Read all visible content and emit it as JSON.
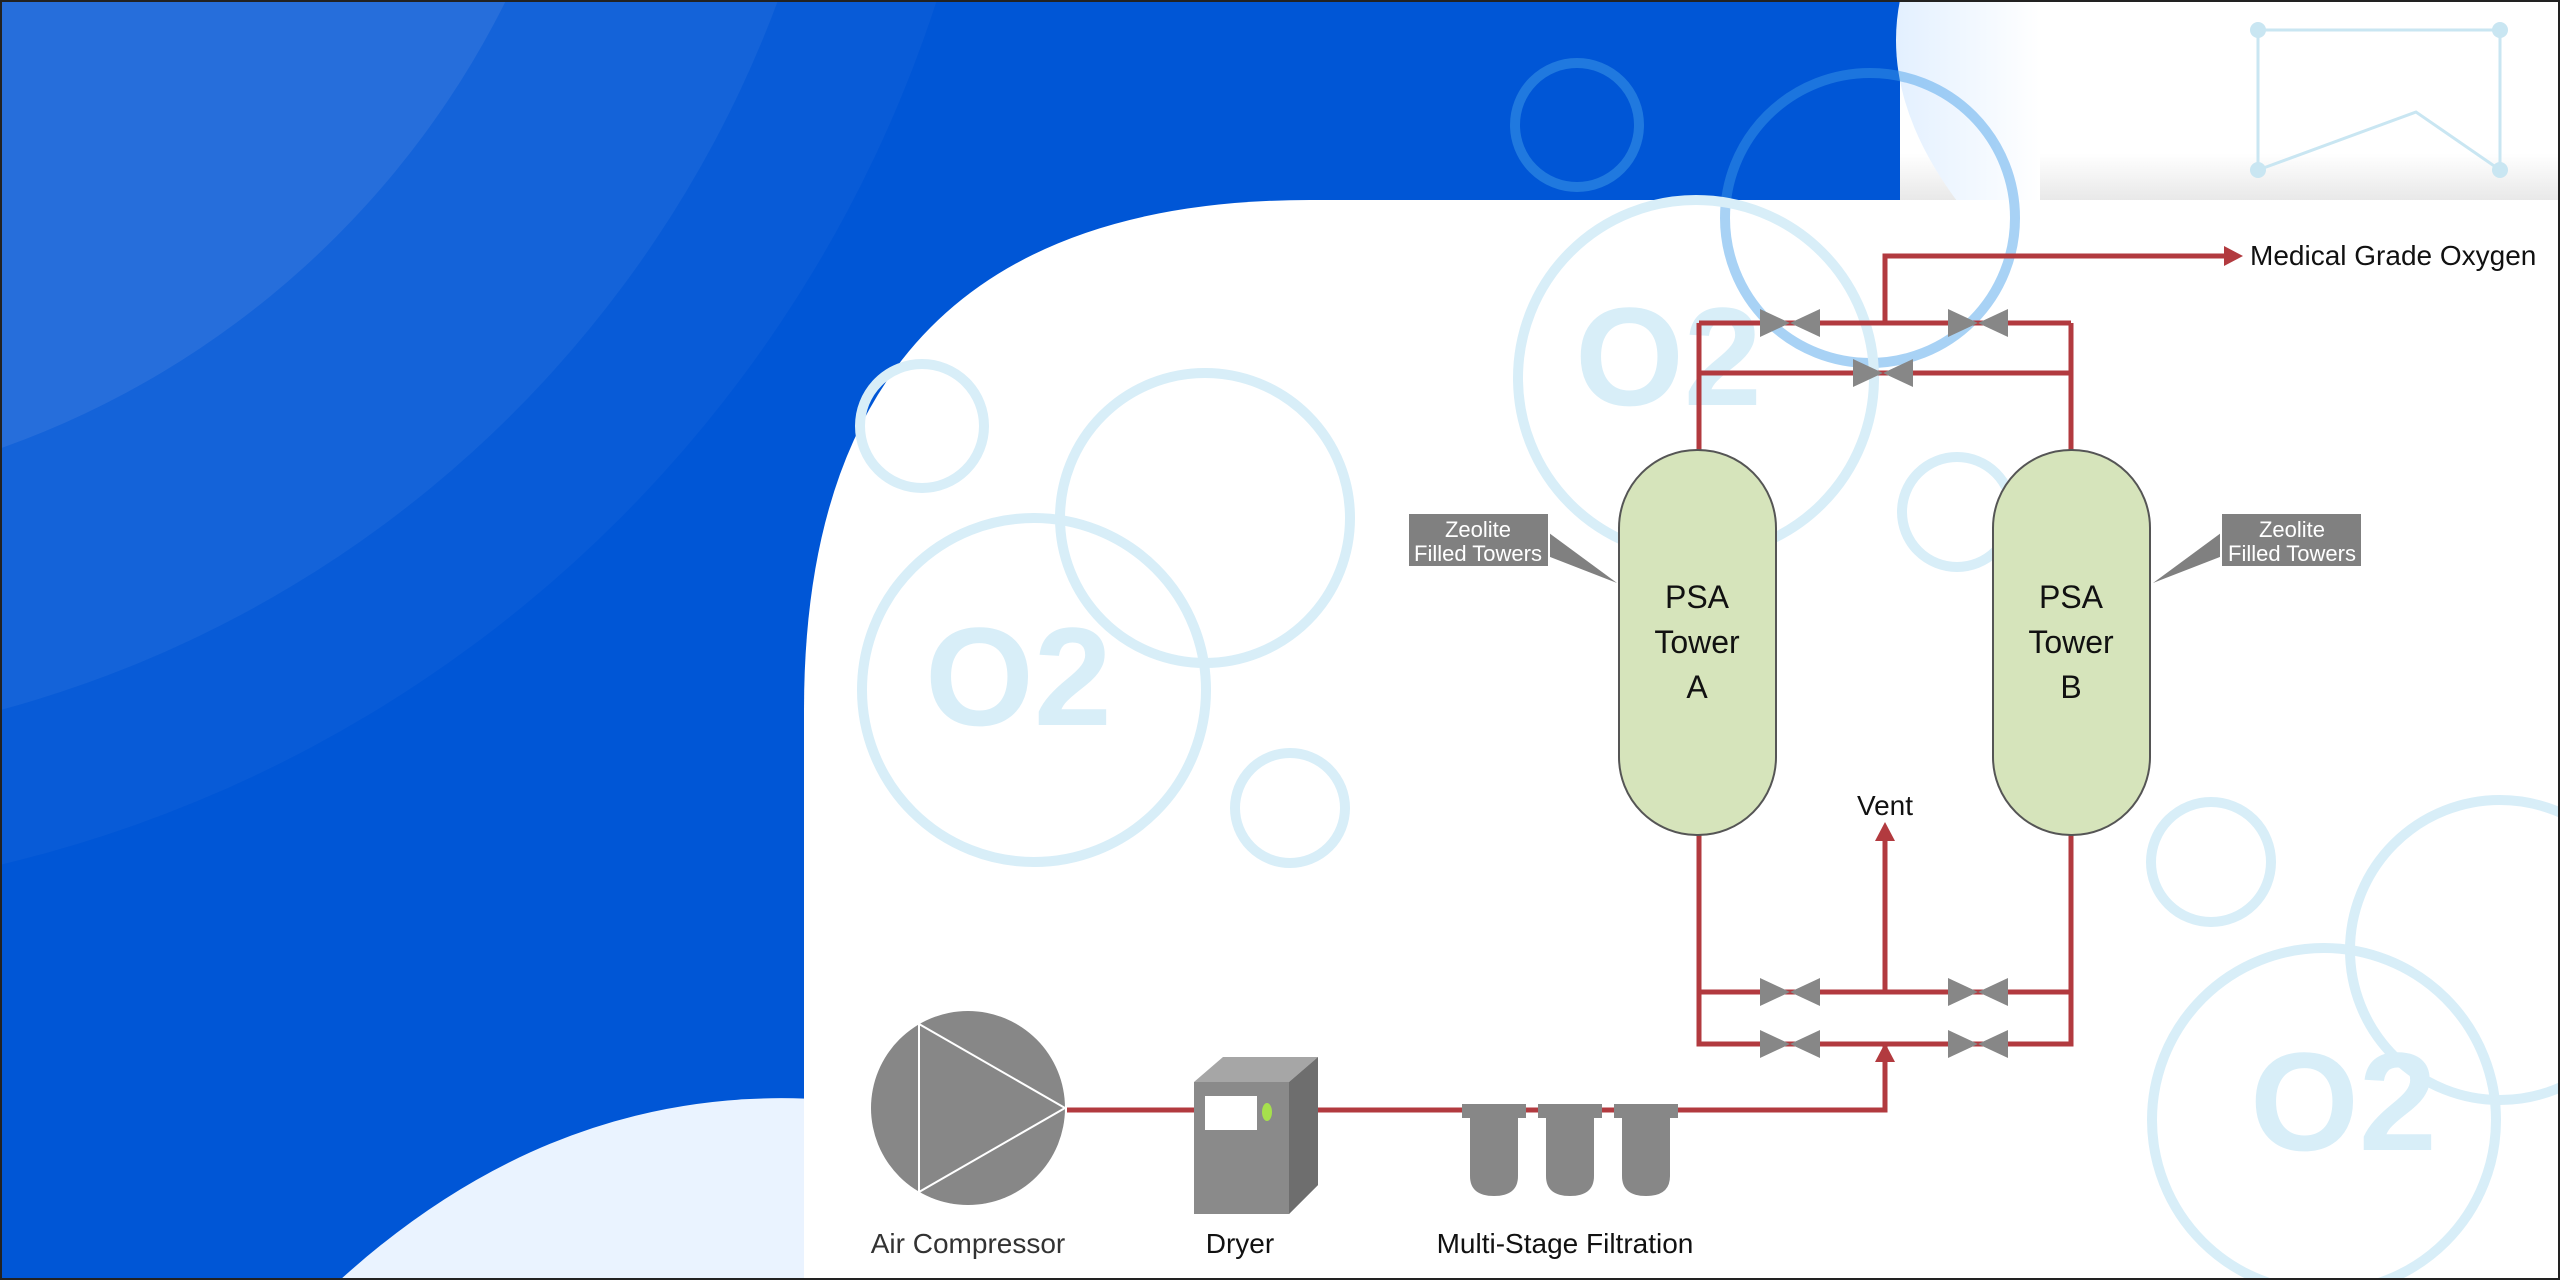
{
  "diagram": {
    "components": {
      "air_compressor": "Air Compressor",
      "dryer": "Dryer",
      "filtration": "Multi-Stage Filtration",
      "tower_a": [
        "PSA",
        "Tower",
        "A"
      ],
      "tower_b": [
        "PSA",
        "Tower",
        "B"
      ],
      "vent": "Vent",
      "output": "Medical Grade Oxygen"
    },
    "callouts": {
      "left": [
        "Zeolite",
        "Filled Towers"
      ],
      "right": [
        "Zeolite",
        "Filled Towers"
      ]
    },
    "watermark": "O2"
  },
  "colors": {
    "background_blue": "#0056d6",
    "pipe": "#b23a3f",
    "equipment_gray": "#878787",
    "tower_fill": "#d6e4bb",
    "watermark": "#d8eef8",
    "indicator": "#a6e04c"
  }
}
